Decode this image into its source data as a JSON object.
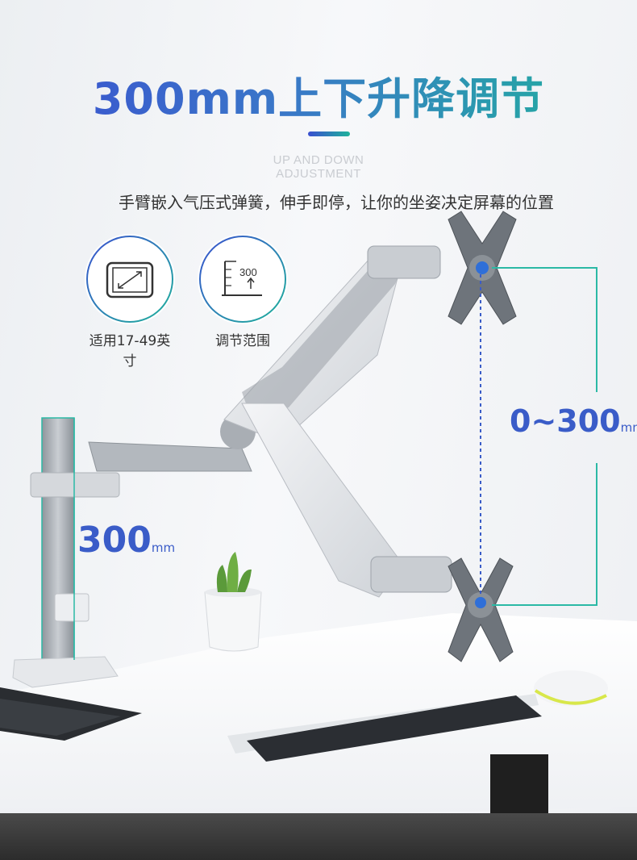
{
  "title": "300mm上下升降调节",
  "subtitle_en_line1": "UP AND DOWN",
  "subtitle_en_line2": "ADJUSTMENT",
  "description": "手臂嵌入气压式弹簧，伸手即停，让你的坐姿决定屏幕的位置",
  "features": [
    {
      "icon": "screen-size-icon",
      "label": "适用17-49英寸"
    },
    {
      "icon": "height-range-icon",
      "label": "调节范围",
      "icon_text": "300"
    }
  ],
  "measurements": {
    "vertical_range_value": "0~300",
    "vertical_range_unit": "mm",
    "pole_height_value": "300",
    "pole_height_unit": "mm"
  },
  "colors": {
    "accent_blue": "#3a5cc8",
    "accent_teal": "#1fb39b",
    "guide_line": "#2bb9a5"
  }
}
